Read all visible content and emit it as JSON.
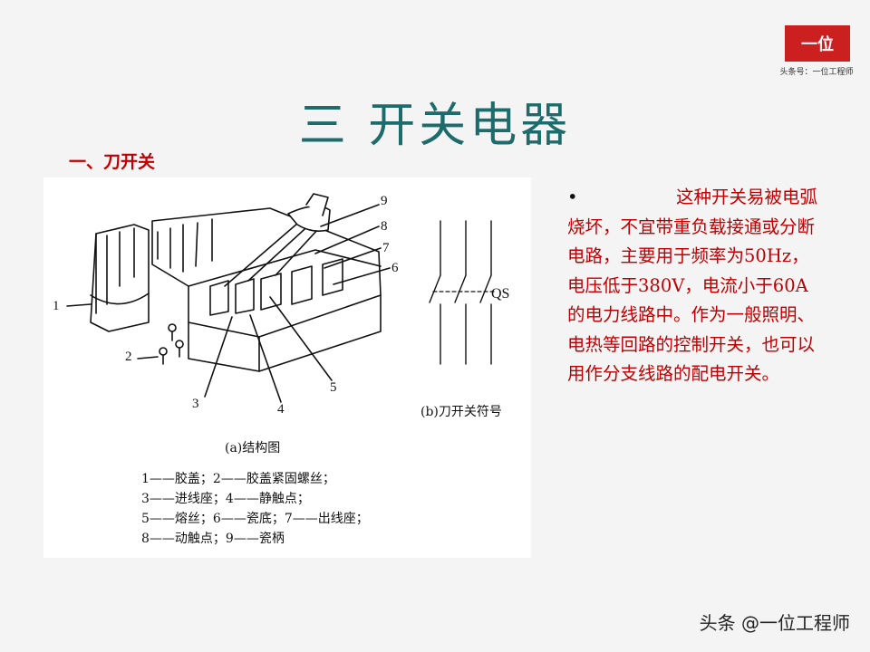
{
  "logo": {
    "text": "一位",
    "subtitle": "头条号：一位工程师"
  },
  "title": "三  开关电器",
  "section": {
    "label": "一、刀开关"
  },
  "figure": {
    "part_numbers": [
      "1",
      "2",
      "3",
      "4",
      "5",
      "6",
      "7",
      "8",
      "9"
    ],
    "symbol_label": "QS",
    "caption_a": "(a)结构图",
    "caption_b": "(b)刀开关符号",
    "legend": [
      "1——胶盖；2——胶盖紧固螺丝；",
      "3——进线座；4——静触点；",
      "5——熔丝；6——瓷底；7——出线座；",
      "8——动触点；9——瓷柄"
    ]
  },
  "description": {
    "bullet": "•",
    "text": "这种开关易被电弧烧坏，不宜带重负载接通或分断电路，主要用于频率为50Hz，电压低于380V，电流小于60A的电力线路中。作为一般照明、电热等回路的控制开关，也可以用作分支线路的配电开关。"
  },
  "footer": {
    "text": "头条 @一位工程师"
  }
}
